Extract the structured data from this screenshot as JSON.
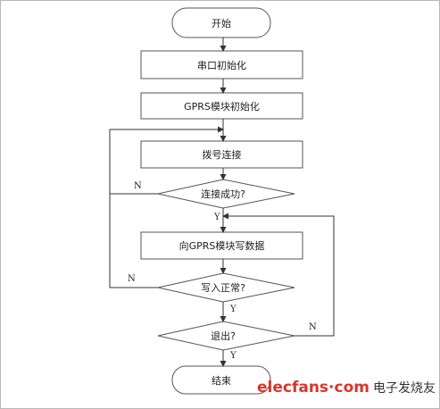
{
  "flowchart": {
    "start": "开始",
    "init_serial": "串口初始化",
    "init_gprs": "GPRS模块初始化",
    "dial": "拨号连接",
    "decision_connect": "连接成功?",
    "write_data": "向GPRS模块写数据",
    "decision_write": "写入正常?",
    "decision_exit": "退出?",
    "end": "结束",
    "edge_connect_no": "N",
    "edge_connect_yes": "Y",
    "edge_write_no": "N",
    "edge_write_yes": "Y",
    "edge_exit_no": "N",
    "edge_exit_yes": "Y"
  },
  "watermark": {
    "brand": "elecfans·com",
    "cn": "电子发烧友"
  }
}
